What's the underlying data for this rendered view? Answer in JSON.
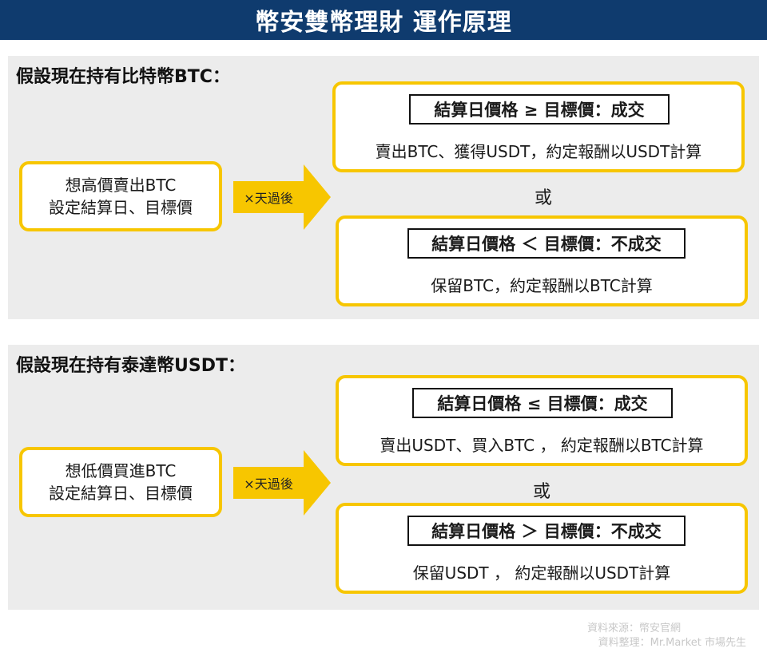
{
  "header": {
    "title": "幣安雙幣理財 運作原理"
  },
  "colors": {
    "header_bg": "#0f3b6e",
    "accent": "#f7c600",
    "panel_bg": "#ececec"
  },
  "section_btc": {
    "title": "假設現在持有比特幣BTC：",
    "left_line1": "想高價賣出BTC",
    "left_line2": "設定結算日、目標價",
    "arrow_label": "×天過後",
    "outcome_a": {
      "condition": "結算日價格 ≥ 目標價：成交",
      "result": "賣出BTC、獲得USDT，約定報酬以USDT計算"
    },
    "or_text": "或",
    "outcome_b": {
      "condition": "結算日價格 ＜ 目標價：不成交",
      "result": "保留BTC，約定報酬以BTC計算"
    }
  },
  "section_usdt": {
    "title": "假設現在持有泰達幣USDT：",
    "left_line1": "想低價買進BTC",
    "left_line2": "設定結算日、目標價",
    "arrow_label": "×天過後",
    "outcome_a": {
      "condition": "結算日價格 ≤ 目標價：成交",
      "result": "賣出USDT、買入BTC ， 約定報酬以BTC計算"
    },
    "or_text": "或",
    "outcome_b": {
      "condition": "結算日價格 ＞ 目標價：不成交",
      "result": "保留USDT ， 約定報酬以USDT計算"
    }
  },
  "footer": {
    "source": "資料來源：幣安官網",
    "compiled": "資料整理：Mr.Market 市場先生"
  }
}
